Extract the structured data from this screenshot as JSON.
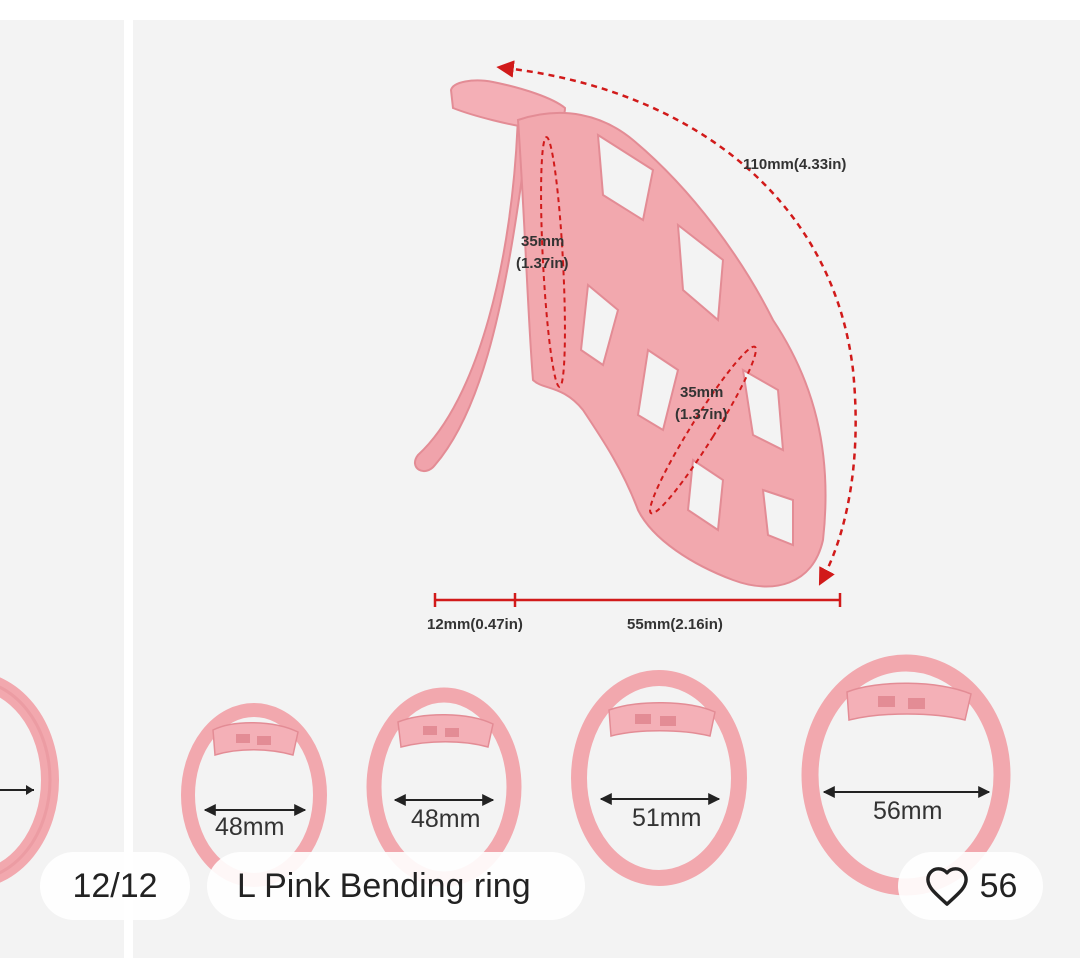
{
  "colors": {
    "slide_bg": "#f3f3f3",
    "product_pink": "#f2a8ae",
    "dimension_red": "#d11a1a",
    "text": "#222222"
  },
  "product": {
    "dimensions": {
      "length": "110mm(4.33in)",
      "base_diameter_line1": "35mm",
      "base_diameter_line2": "(1.37in)",
      "tip_diameter_line1": "35mm",
      "tip_diameter_line2": "(1.37in)",
      "gap": "12mm(0.47in)",
      "width": "55mm(2.16in)"
    },
    "rings": [
      "48mm",
      "48mm",
      "51mm",
      "56mm"
    ]
  },
  "overlay": {
    "page_counter": "12/12",
    "caption": "L Pink Bending ring",
    "like_icon": "heart-outline-icon",
    "like_count": "56"
  }
}
